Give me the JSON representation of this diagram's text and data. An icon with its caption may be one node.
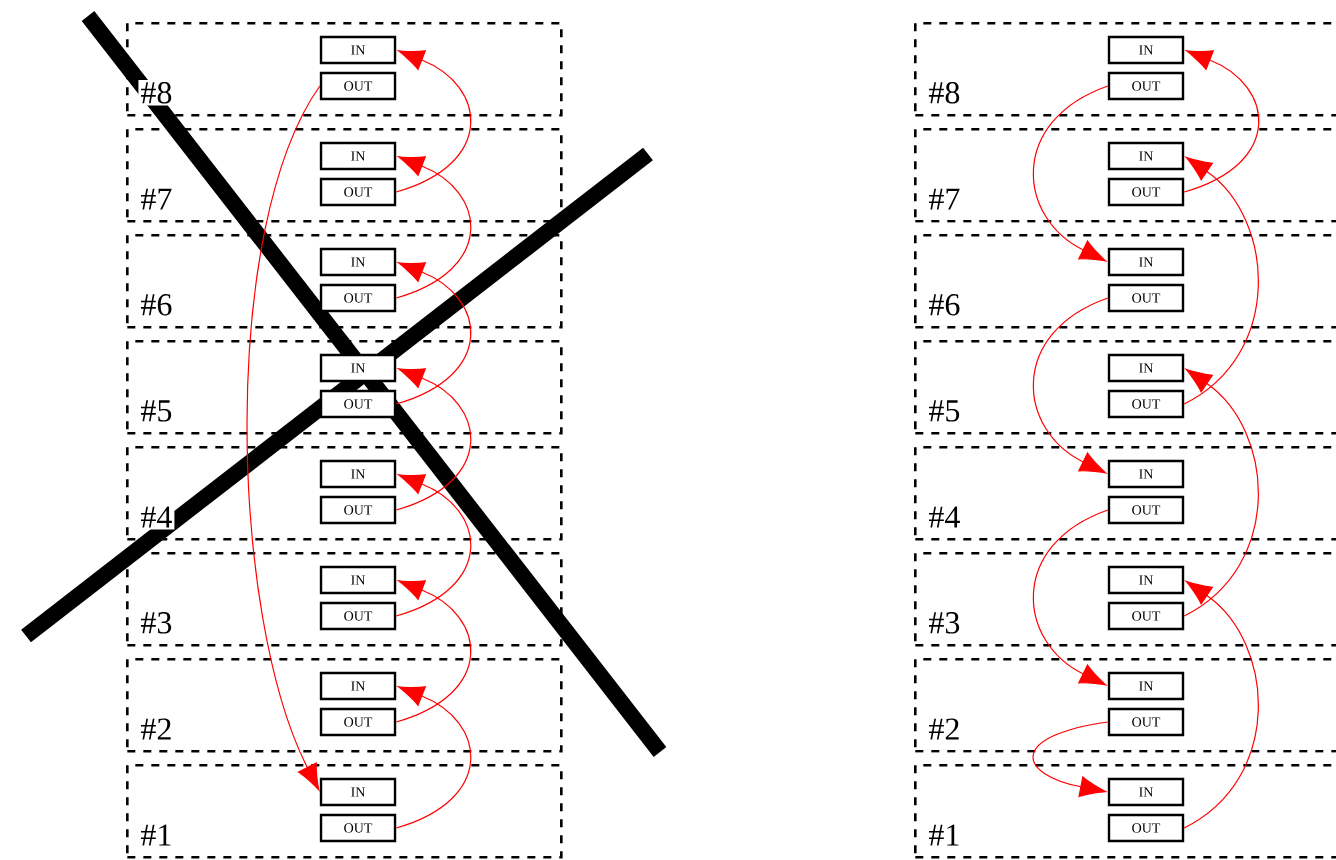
{
  "diagram": {
    "nodes": [
      {
        "text": [
          "#8"
        ]
      },
      {
        "text": [
          "IN"
        ],
        "in": 0
      },
      {
        "text": [
          "OUT"
        ],
        "in": 0
      },
      {
        "text": [
          "#7"
        ]
      },
      {
        "text": [
          "IN"
        ],
        "in": 3
      },
      {
        "text": [
          "OUT"
        ],
        "in": 3
      },
      {
        "text": [
          "#6"
        ]
      },
      {
        "text": [
          "IN"
        ],
        "in": 6
      },
      {
        "text": [
          "OUT"
        ],
        "in": 6
      },
      {
        "text": [
          "#5"
        ]
      },
      {
        "text": [
          "IN"
        ],
        "in": 9
      },
      {
        "text": [
          "OUT"
        ],
        "in": 9
      },
      {
        "text": [
          "#4"
        ]
      },
      {
        "text": [
          "IN"
        ],
        "in": 12
      },
      {
        "text": [
          "OUT"
        ],
        "in": 12
      },
      {
        "text": [
          "#3"
        ]
      },
      {
        "text": [
          "IN"
        ],
        "in": 15
      },
      {
        "text": [
          "OUT"
        ],
        "in": 15
      },
      {
        "text": [
          "#2"
        ]
      },
      {
        "text": [
          "IN"
        ],
        "in": 18
      },
      {
        "text": [
          "OUT"
        ],
        "in": 18
      },
      {
        "text": [
          "#1"
        ]
      },
      {
        "text": [
          "IN"
        ],
        "in": 21
      },
      {
        "text": [
          "OUT"
        ],
        "in": 21
      },
      {
        "text": [
          "#8"
        ]
      },
      {
        "text": [
          "IN"
        ],
        "in": 24
      },
      {
        "text": [
          "OUT"
        ],
        "in": 24
      },
      {
        "text": [
          "#7"
        ]
      },
      {
        "text": [
          "IN"
        ],
        "in": 27
      },
      {
        "text": [
          "OUT"
        ],
        "in": 27
      },
      {
        "text": [
          "#6"
        ]
      },
      {
        "text": [
          "IN"
        ],
        "in": 30
      },
      {
        "text": [
          "OUT"
        ],
        "in": 30
      },
      {
        "text": [
          "#5"
        ]
      },
      {
        "text": [
          "IN"
        ],
        "in": 33
      },
      {
        "text": [
          "OUT"
        ],
        "in": 33
      },
      {
        "text": [
          "#4"
        ]
      },
      {
        "text": [
          "IN"
        ],
        "in": 36
      },
      {
        "text": [
          "OUT"
        ],
        "in": 36
      },
      {
        "text": [
          "#3"
        ]
      },
      {
        "text": [
          "IN"
        ],
        "in": 39
      },
      {
        "text": [
          "OUT"
        ],
        "in": 39
      },
      {
        "text": [
          "#2"
        ]
      },
      {
        "text": [
          "IN"
        ],
        "in": 42
      },
      {
        "text": [
          "OUT"
        ],
        "in": 42
      },
      {
        "text": [
          "#1"
        ]
      },
      {
        "text": [
          "IN"
        ],
        "in": 45
      },
      {
        "text": [
          "OUT"
        ],
        "in": 45
      }
    ],
    "edges": [
      {
        "from": 2,
        "to": 22,
        "arrow": "to"
      },
      {
        "from": 5,
        "to": 1,
        "arrow": "to"
      },
      {
        "from": 8,
        "to": 4,
        "arrow": "to"
      },
      {
        "from": 11,
        "to": 7,
        "arrow": "to"
      },
      {
        "from": 14,
        "to": 10,
        "arrow": "to"
      },
      {
        "from": 17,
        "to": 13,
        "arrow": "to"
      },
      {
        "from": 20,
        "to": 16,
        "arrow": "to"
      },
      {
        "from": 23,
        "to": 19,
        "arrow": "to"
      },
      {
        "from": 26,
        "to": 31,
        "arrow": "to"
      },
      {
        "from": 29,
        "to": 25,
        "arrow": "to"
      },
      {
        "from": 32,
        "to": 37,
        "arrow": "to"
      },
      {
        "from": 35,
        "to": 28,
        "arrow": "to"
      },
      {
        "from": 38,
        "to": 43,
        "arrow": "to"
      },
      {
        "from": 41,
        "to": 34,
        "arrow": "to"
      },
      {
        "from": 44,
        "to": 46,
        "arrow": "to"
      },
      {
        "from": 47,
        "to": 40,
        "arrow": "to"
      }
    ]
  }
}
